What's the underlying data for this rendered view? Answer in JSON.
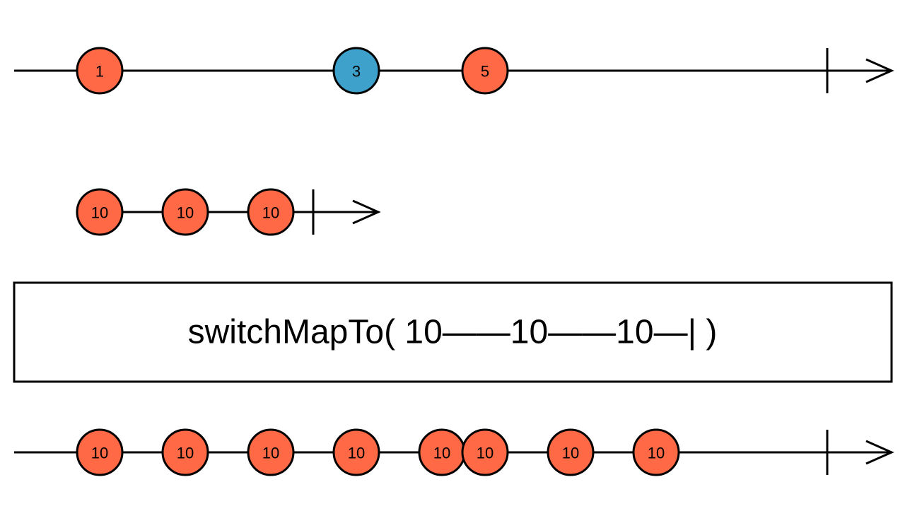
{
  "colors": {
    "line": "#000000",
    "marble_default": "#ff6946",
    "marble_highlight": "#3ea1cb",
    "background": "#ffffff"
  },
  "source": {
    "events": [
      {
        "value": "1",
        "color": "marble_default"
      },
      {
        "value": "3",
        "color": "marble_highlight"
      },
      {
        "value": "5",
        "color": "marble_default"
      }
    ]
  },
  "inner": {
    "events": [
      {
        "value": "10",
        "color": "marble_default"
      },
      {
        "value": "10",
        "color": "marble_default"
      },
      {
        "value": "10",
        "color": "marble_default"
      }
    ]
  },
  "operator": {
    "label": "switchMapTo( 10——10——10—| )"
  },
  "result": {
    "events": [
      {
        "value": "10",
        "color": "marble_default"
      },
      {
        "value": "10",
        "color": "marble_default"
      },
      {
        "value": "10",
        "color": "marble_default"
      },
      {
        "value": "10",
        "color": "marble_default"
      },
      {
        "value": "10",
        "color": "marble_default"
      },
      {
        "value": "10",
        "color": "marble_default"
      },
      {
        "value": "10",
        "color": "marble_default"
      },
      {
        "value": "10",
        "color": "marble_default"
      }
    ]
  }
}
